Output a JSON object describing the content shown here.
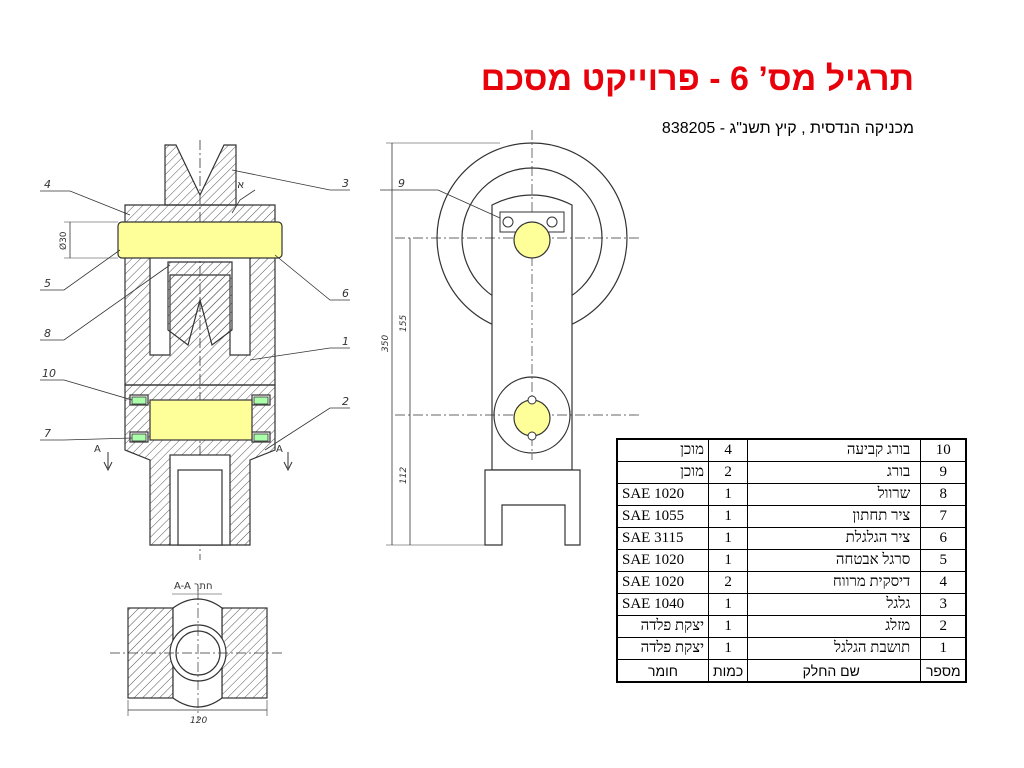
{
  "header": {
    "title": "תרגיל מס’ 6 - פרוייקט  מסכם",
    "subtitle": "מכניקה הנדסית , קיץ תשנ\"ג - 838205"
  },
  "drawing": {
    "callouts": [
      "1",
      "2",
      "3",
      "4",
      "5",
      "6",
      "7",
      "8",
      "9",
      "10",
      "א"
    ],
    "section_marks": [
      "A",
      "A"
    ],
    "section_title": "A-A חתך",
    "dimensions": {
      "shaft_diameter": "Ø30",
      "overall_height": "350",
      "upper_height": "155",
      "lower_height": "112",
      "section_width": "120"
    },
    "highlight_color": "#ffff99"
  },
  "bom": {
    "headers": {
      "material": "חומר",
      "qty": "כמות",
      "name": "שם החלק",
      "num": "מספר"
    },
    "rows": [
      {
        "material": "מוכן",
        "qty": "4",
        "name": "בורג קביעה",
        "num": "10"
      },
      {
        "material": "מוכן",
        "qty": "2",
        "name": "בורג",
        "num": "9"
      },
      {
        "material": "SAE 1020",
        "qty": "1",
        "name": "שרוול",
        "num": "8"
      },
      {
        "material": "SAE 1055",
        "qty": "1",
        "name": "ציר תחתון",
        "num": "7"
      },
      {
        "material": "SAE 3115",
        "qty": "1",
        "name": "ציר הגלגלת",
        "num": "6"
      },
      {
        "material": "SAE 1020",
        "qty": "1",
        "name": "סרגל אבטחה",
        "num": "5"
      },
      {
        "material": "SAE 1020",
        "qty": "2",
        "name": "דיסקית מרווח",
        "num": "4"
      },
      {
        "material": "SAE 1040",
        "qty": "1",
        "name": "גלגל",
        "num": "3"
      },
      {
        "material": "יצקת פלדה",
        "qty": "1",
        "name": "מזלג",
        "num": "2"
      },
      {
        "material": "יצקת פלדה",
        "qty": "1",
        "name": "תושבת הגלגל",
        "num": "1"
      }
    ]
  }
}
